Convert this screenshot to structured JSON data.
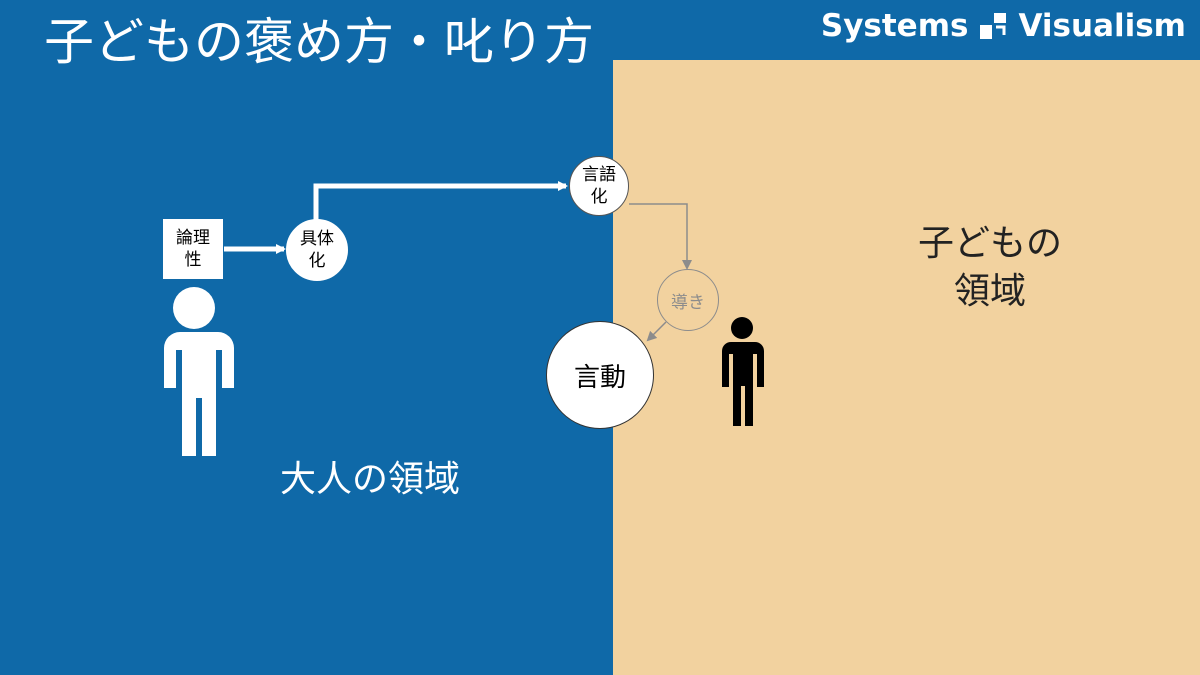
{
  "title": "子どもの褒め方・叱り方",
  "brand": {
    "left": "Systems",
    "right": "Visualism"
  },
  "nodes": {
    "logic": [
      "論理",
      "性"
    ],
    "concretize": [
      "具体",
      "化"
    ],
    "verbalize": [
      "言語",
      "化"
    ],
    "guidance": "導き",
    "action": "言動"
  },
  "areas": {
    "adult": "大人の領域",
    "child_line1": "子どもの",
    "child_line2": "領域"
  },
  "colors": {
    "blue": "#0F69A8",
    "beige": "#F2D29F",
    "white": "#FFFFFF",
    "gray": "#8C8C8C",
    "black": "#000000"
  }
}
